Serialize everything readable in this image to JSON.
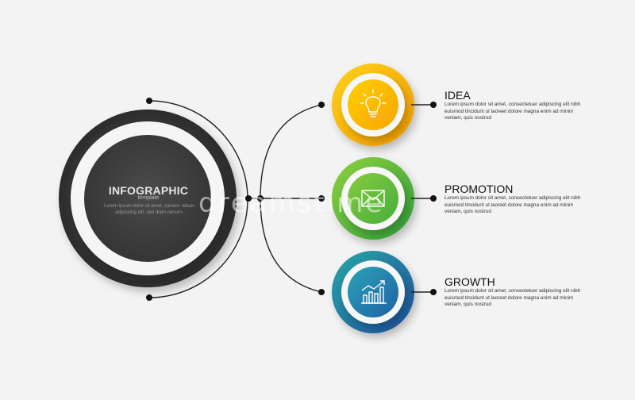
{
  "main": {
    "title": "INFOGRAPHIC",
    "subtitle": "template",
    "body": "Lorem ipsum dolor sit amet, consec- tetuer adipiscing elit, sed diam nonum-"
  },
  "steps": [
    {
      "title": "IDEA",
      "icon": "lightbulb-icon",
      "color": "#f5b400",
      "description": "Lorem ipsum dolor sit amet, consectetuer adipiscing elit nibh euismod tincidunt ut laoreet dolore magna enim ad minim veniam, quis nostrud"
    },
    {
      "title": "PROMOTION",
      "icon": "envelope-icon",
      "color": "#6cbf3a",
      "description": "Lorem ipsum dolor sit amet, consectetuer adipiscing elit nibh euismod tincidunt ut laoreet dolore magna enim ad minim veniam, quis nostrud"
    },
    {
      "title": "GROWTH",
      "icon": "growth-chart-icon",
      "color": "#1d8fb0",
      "description": "Lorem ipsum dolor sit amet, consectetuer adipiscing elit nibh euismod tincidunt ut laoreet dolore magna enim ad minim veniam, quis nostrud"
    }
  ],
  "watermark": "dreamstime"
}
